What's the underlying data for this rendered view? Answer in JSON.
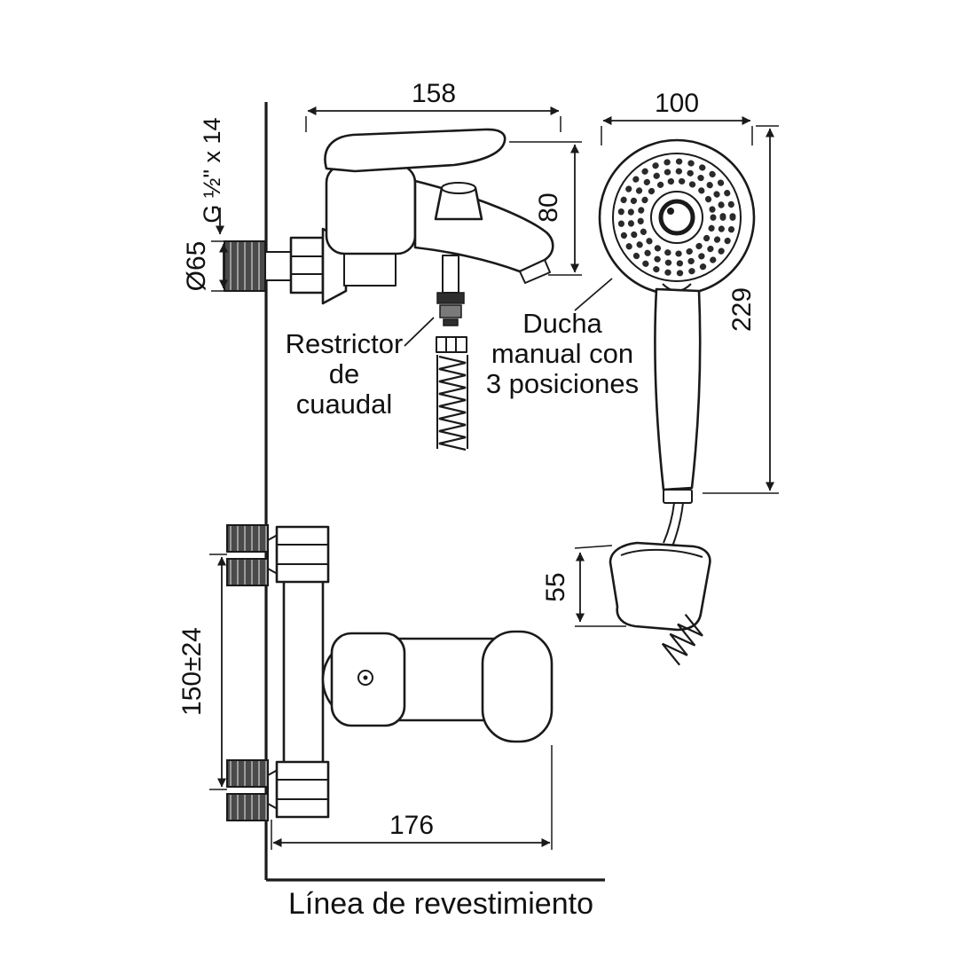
{
  "diagram": {
    "dimensions": {
      "faucet_depth": "158",
      "head_width": "100",
      "spout_height": "80",
      "thread_spec": "G ½\" x 14",
      "escutcheon_diameter": "Ø65",
      "shower_height": "229",
      "holder_height": "55",
      "supply_distance": "150±24",
      "body_width": "176"
    },
    "labels": {
      "restrictor_line1": "Restrictor",
      "restrictor_line2": "de",
      "restrictor_line3": "cuaudal",
      "ducha_line1": "Ducha",
      "ducha_line2": "manual con",
      "ducha_line3": "3 posiciones",
      "baseline": "Línea de revestimiento"
    },
    "colors": {
      "line": "#1a1a1a",
      "background": "#ffffff"
    }
  }
}
